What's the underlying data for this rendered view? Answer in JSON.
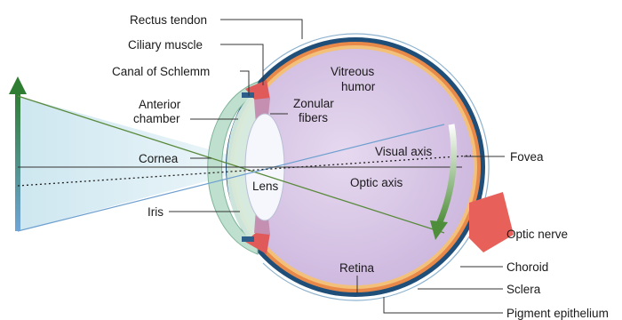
{
  "labels": {
    "rectus_tendon": "Rectus tendon",
    "ciliary_muscle": "Ciliary muscle",
    "canal_of_schlemm": "Canal of Schlemm",
    "anterior_chamber_1": "Anterior",
    "anterior_chamber_2": "chamber",
    "cornea": "Cornea",
    "iris": "Iris",
    "lens": "Lens",
    "zonular_fibers_1": "Zonular",
    "zonular_fibers_2": "fibers",
    "vitreous_humor_1": "Vitreous",
    "vitreous_humor_2": "humor",
    "visual_axis": "Visual axis",
    "optic_axis": "Optic axis",
    "fovea": "Fovea",
    "optic_nerve": "Optic nerve",
    "retina": "Retina",
    "choroid": "Choroid",
    "sclera": "Sclera",
    "pigment_epithelium": "Pigment epithelium"
  },
  "colors": {
    "vitreous": "#d8c6e6",
    "sclera": "#1f4e79",
    "choroid": "#e8894a",
    "retina_layer": "#f3c07a",
    "cornea_fill": "#cfe8dc",
    "lens_fill": "#f4f6fb",
    "light_cone": "#d9eef3",
    "object_arrow": "#3f8a3a",
    "image_arrow": "#4e8e3a",
    "optic_nerve": "#e8605a",
    "ray_green": "#5a8a3c",
    "ray_blue": "#6fa0d0",
    "leader": "#333333"
  }
}
